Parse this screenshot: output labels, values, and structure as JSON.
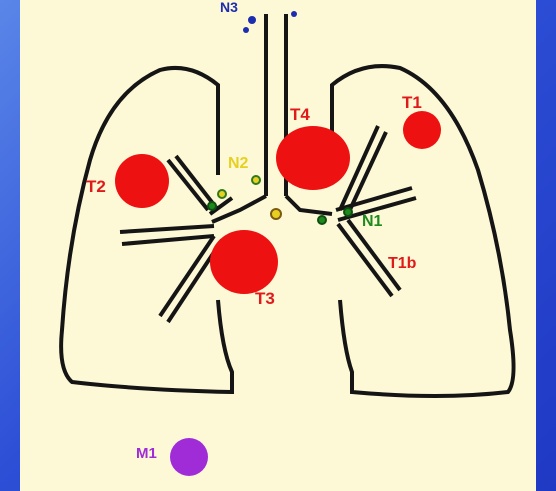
{
  "labels": {
    "n3": "N3",
    "t1": "T1",
    "t2": "T2",
    "t3": "T3",
    "t4": "T4",
    "t1b": "T1b",
    "n2": "N2",
    "n1": "N1",
    "m1": "M1"
  },
  "colors": {
    "tumor": "#ee1111",
    "label_red": "#e01a1a",
    "n2": "#e8d020",
    "n1": "#1c8a1c",
    "n3": "#1d2db0",
    "m1": "#a02cd8",
    "outline": "#151515",
    "background_panel": "#fdf8d6"
  }
}
